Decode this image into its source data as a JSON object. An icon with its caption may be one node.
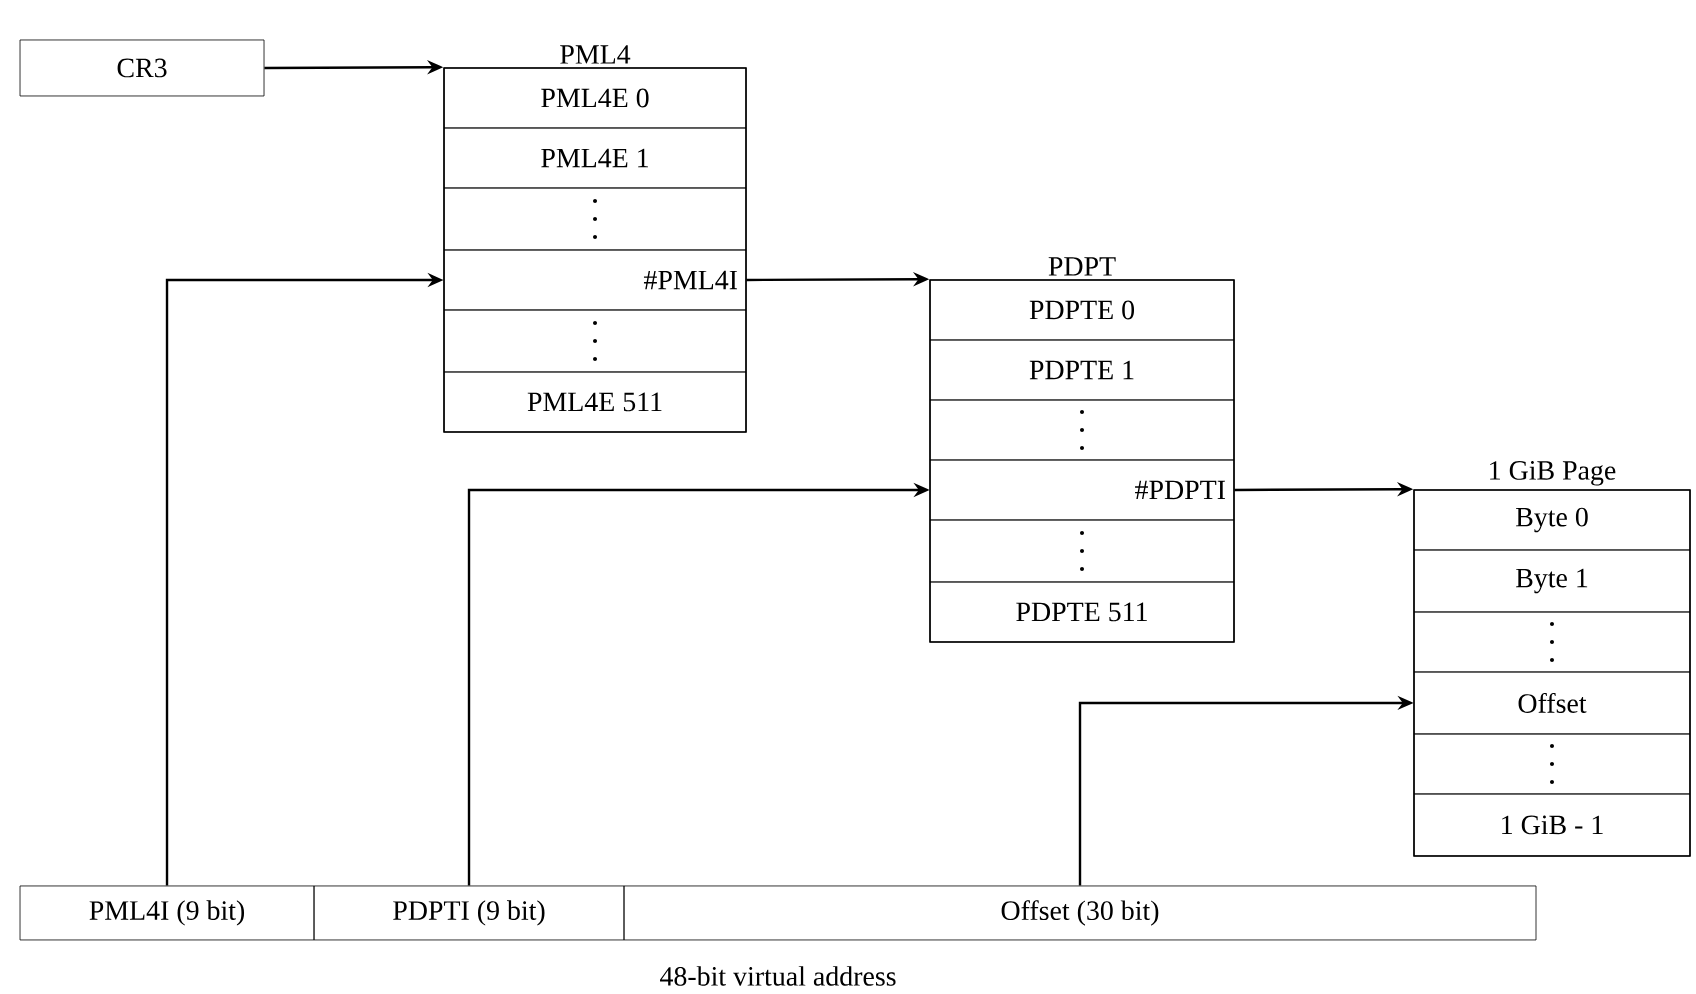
{
  "diagram": {
    "nodes": [
      {
        "text": [
          "CR3"
        ]
      },
      {
        "text": [
          "PML4"
        ]
      },
      {
        "text": [
          "PML4E 0"
        ],
        "in": 1
      },
      {
        "text": [
          "PML4E 1"
        ],
        "in": 1
      },
      {
        "text": [],
        "shape": "box",
        "in": 1
      },
      {
        "text": [
          "#PML4I"
        ],
        "in": 1
      },
      {
        "text": [],
        "shape": "box",
        "in": 1
      },
      {
        "text": [
          "PML4E 511"
        ],
        "in": 1
      },
      {
        "text": [
          "PDPT"
        ]
      },
      {
        "text": [
          "PDPTE 0"
        ],
        "in": 8
      },
      {
        "text": [
          "PDPTE 1"
        ],
        "in": 8
      },
      {
        "text": [],
        "shape": "box",
        "in": 8
      },
      {
        "text": [
          "#PDPTI"
        ],
        "in": 8
      },
      {
        "text": [],
        "shape": "box",
        "in": 8
      },
      {
        "text": [
          "PDPTE 511"
        ],
        "in": 8
      },
      {
        "text": [
          "1 GiB Page"
        ]
      },
      {
        "text": [
          "Byte 0"
        ],
        "in": 15
      },
      {
        "text": [
          "Byte 1"
        ],
        "in": 15
      },
      {
        "text": [],
        "shape": "box",
        "in": 15
      },
      {
        "text": [
          "Offset"
        ],
        "in": 15
      },
      {
        "text": [],
        "shape": "box",
        "in": 15
      },
      {
        "text": [
          "1 GiB - 1"
        ],
        "in": 15
      },
      {
        "text": [
          "PML4I (9 bit)"
        ]
      },
      {
        "text": [
          "PDPTI (9 bit)"
        ]
      },
      {
        "text": [
          "Offset (30 bit)"
        ]
      }
    ],
    "edges": [
      {
        "from": 0,
        "to": 1,
        "arrow": "to"
      },
      {
        "from": 22,
        "to": 5,
        "arrow": "to"
      },
      {
        "from": 5,
        "to": 8,
        "arrow": "to"
      },
      {
        "from": 23,
        "to": 12,
        "arrow": "to"
      },
      {
        "from": 12,
        "to": 15,
        "arrow": "to"
      },
      {
        "from": 24,
        "to": 19,
        "arrow": "to"
      }
    ],
    "labels": [
      "48-bit virtual address"
    ]
  }
}
